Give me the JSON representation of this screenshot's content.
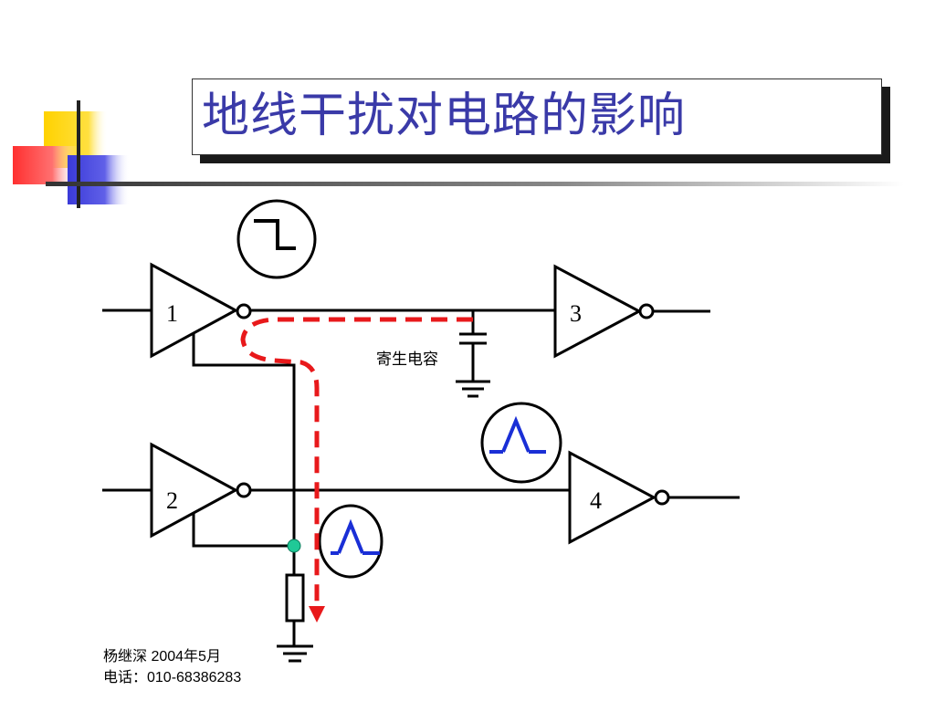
{
  "slide": {
    "title": "地线干扰对电路的影响",
    "footer": {
      "author_date": "杨继深   2004年5月",
      "phone": "电话：010-68386283"
    }
  },
  "diagram": {
    "gates": [
      {
        "id": "gate-1",
        "label": "1"
      },
      {
        "id": "gate-2",
        "label": "2"
      },
      {
        "id": "gate-3",
        "label": "3"
      },
      {
        "id": "gate-4",
        "label": "4"
      }
    ],
    "capacitor_label": "寄生电容",
    "colors": {
      "title_text": "#3a3aa8",
      "wire": "#000000",
      "current_path": "#e8191b",
      "pulse": "#1a2fd6",
      "node": "#20c997",
      "deco_yellow": "#ffd200",
      "deco_red": "#ff6060",
      "deco_blue": "#4a4ae0"
    },
    "icons": [
      "falling-edge-waveform-icon",
      "noise-pulse-icon",
      "ground-symbol-icon",
      "capacitor-icon",
      "resistor-icon"
    ]
  }
}
